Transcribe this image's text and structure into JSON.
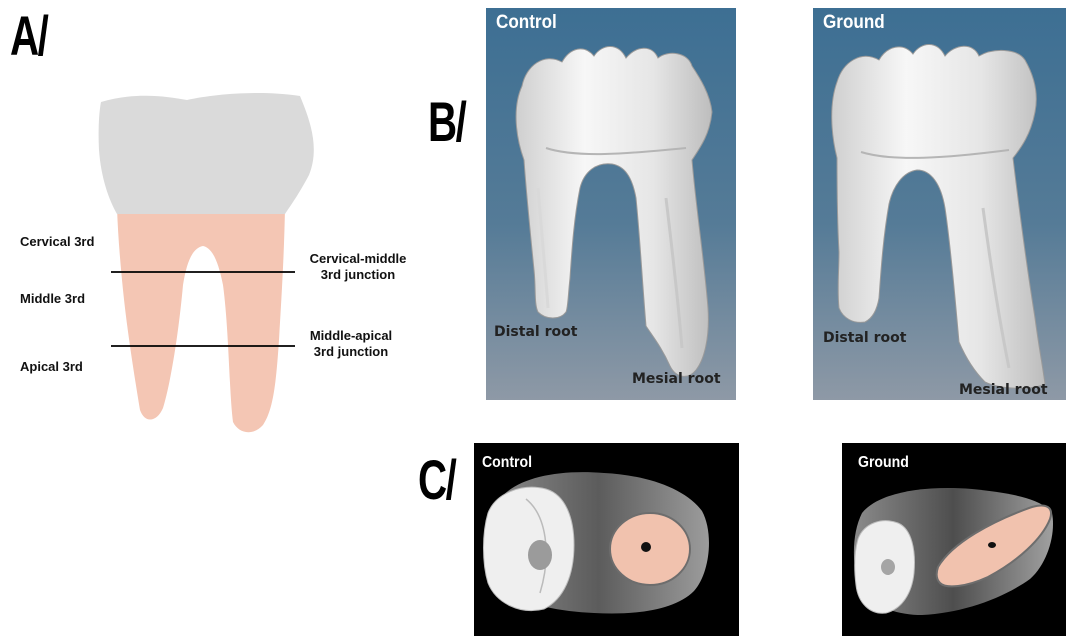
{
  "panel_a": {
    "letter": "A/",
    "labels": {
      "cervical_3rd": "Cervical 3rd",
      "middle_3rd": "Middle 3rd",
      "apical_3rd": "Apical 3rd",
      "cervical_middle_line1": "Cervical-middle",
      "cervical_middle_line2": "3rd junction",
      "middle_apical_line1": "Middle-apical",
      "middle_apical_line2": "3rd junction"
    },
    "colors": {
      "crown": "#dadada",
      "root": "#f4c6b4",
      "junction_line": "#000000"
    }
  },
  "panel_b": {
    "letter": "B/",
    "renders": [
      {
        "title": "Control",
        "distal_root": "Distal root",
        "mesial_root": "Mesial root"
      },
      {
        "title": "Ground",
        "distal_root": "Distal root",
        "mesial_root": "Mesial root"
      }
    ],
    "colors": {
      "bg_top": "#3d6f93",
      "bg_bottom": "#8e99a6",
      "tooth": "#ededed"
    }
  },
  "panel_c": {
    "letter": "C/",
    "renders": [
      {
        "title": "Control"
      },
      {
        "title": "Ground"
      }
    ],
    "colors": {
      "bg": "#000000",
      "section": "#f1c2ae",
      "enamel": "#f2f2f2"
    }
  }
}
